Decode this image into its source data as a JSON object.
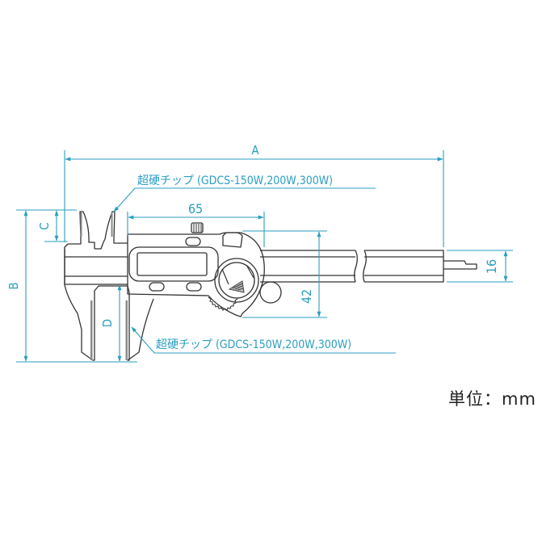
{
  "diagram": {
    "title": "Digital caliper dimension drawing",
    "colors": {
      "dimension": "#2a9ec1",
      "outline": "#333333",
      "background": "#ffffff",
      "tip_fill": "#777777"
    },
    "dimensions": {
      "A": {
        "label": "A",
        "orientation": "horizontal",
        "description": "overall length"
      },
      "B": {
        "label": "B",
        "orientation": "vertical",
        "description": "overall height"
      },
      "C": {
        "label": "C",
        "orientation": "vertical",
        "description": "inside jaw depth"
      },
      "D": {
        "label": "D",
        "orientation": "vertical",
        "description": "outside jaw depth"
      },
      "slider_width": {
        "label": "65",
        "value": 65,
        "orientation": "horizontal"
      },
      "slider_height": {
        "label": "42",
        "value": 42,
        "orientation": "vertical"
      },
      "beam_height": {
        "label": "16",
        "value": 16,
        "orientation": "vertical"
      }
    },
    "callouts": {
      "top_tip": "超硬チップ (GDCS-150W,200W,300W)",
      "bottom_tip": "超硬チップ (GDCS-150W,200W,300W)"
    },
    "unit": "単位：mm"
  }
}
